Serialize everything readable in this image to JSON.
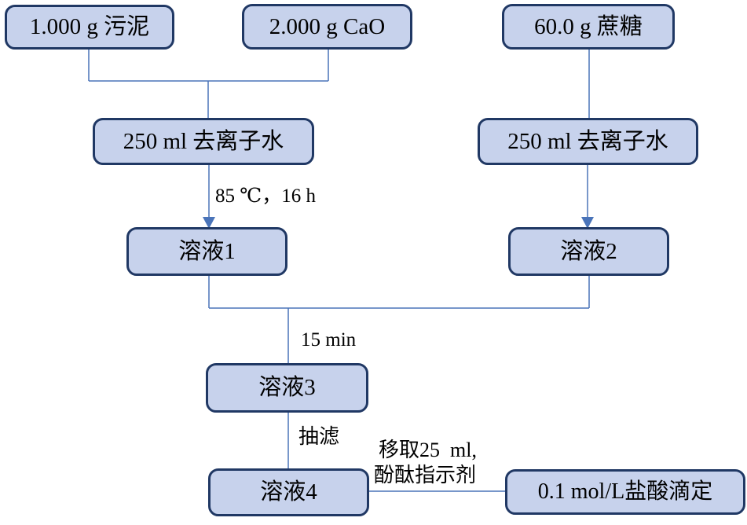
{
  "diagram": {
    "nodes": {
      "sludge": {
        "label": "1.000 g 污泥"
      },
      "cao": {
        "label": "2.000 g CaO"
      },
      "sucrose": {
        "label": "60.0 g 蔗糖"
      },
      "water_left": {
        "label": "250 ml 去离子水"
      },
      "water_right": {
        "label": "250 ml 去离子水"
      },
      "solution1": {
        "label": "溶液1"
      },
      "solution2": {
        "label": "溶液2"
      },
      "solution3": {
        "label": "溶液3"
      },
      "solution4": {
        "label": "溶液4"
      },
      "titration": {
        "label": "0.1 mol/L盐酸滴定"
      }
    },
    "edge_labels": {
      "heat": "85 ℃，16 h",
      "mix_time": "15 min",
      "filter": "抽滤",
      "transfer_volume": "移取25  ml,",
      "indicator": "酚酞指示剂"
    },
    "colors": {
      "node_fill": "#c7d2ec",
      "node_border": "#203864",
      "connector": "#4a74b9",
      "text": "#000000"
    }
  }
}
